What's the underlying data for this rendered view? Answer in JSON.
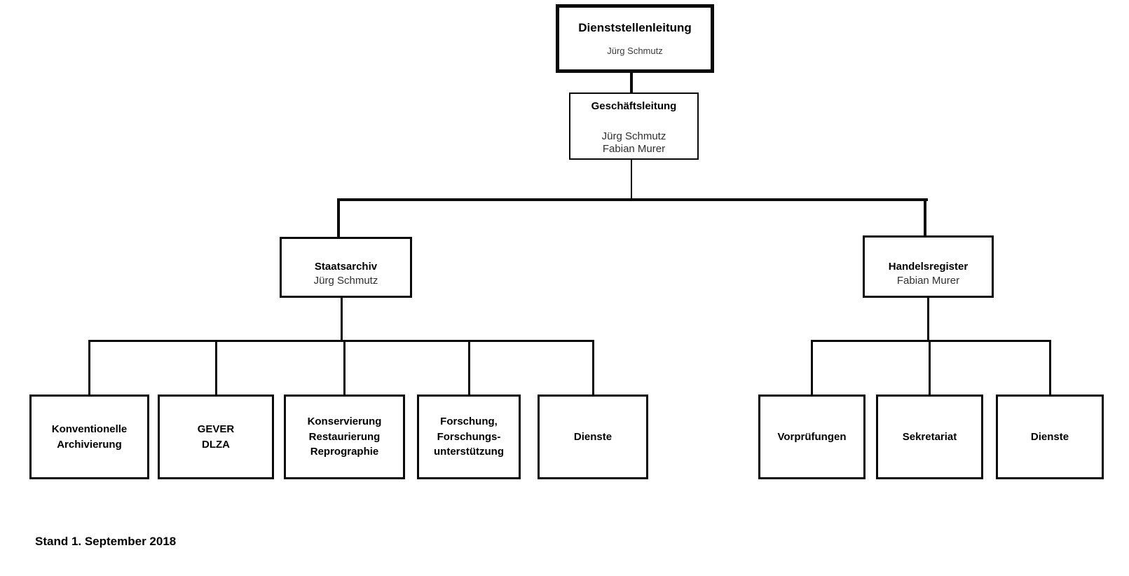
{
  "org": {
    "root": {
      "title": "Dienststellenleitung",
      "person": "Jürg Schmutz"
    },
    "management": {
      "title": "Geschäftsleitung",
      "people": "Jürg Schmutz\nFabian Murer"
    },
    "branches": [
      {
        "title": "Staatsarchiv",
        "person": "Jürg Schmutz",
        "children": [
          {
            "label": "Konventionelle\nArchivierung"
          },
          {
            "label": "GEVER\nDLZA"
          },
          {
            "label": "Konservierung\nRestaurierung\nReprographie"
          },
          {
            "label": "Forschung,\nForschungs-\nunterstützung"
          },
          {
            "label": "Dienste"
          }
        ]
      },
      {
        "title": "Handelsregister",
        "person": "Fabian Murer",
        "children": [
          {
            "label": "Vorprüfungen"
          },
          {
            "label": "Sekretariat"
          },
          {
            "label": "Dienste"
          }
        ]
      }
    ],
    "footer": "Stand 1. September 2018"
  },
  "colors": {
    "background": "#ffffff",
    "line": "#0a0a0a",
    "text": "#000000"
  }
}
